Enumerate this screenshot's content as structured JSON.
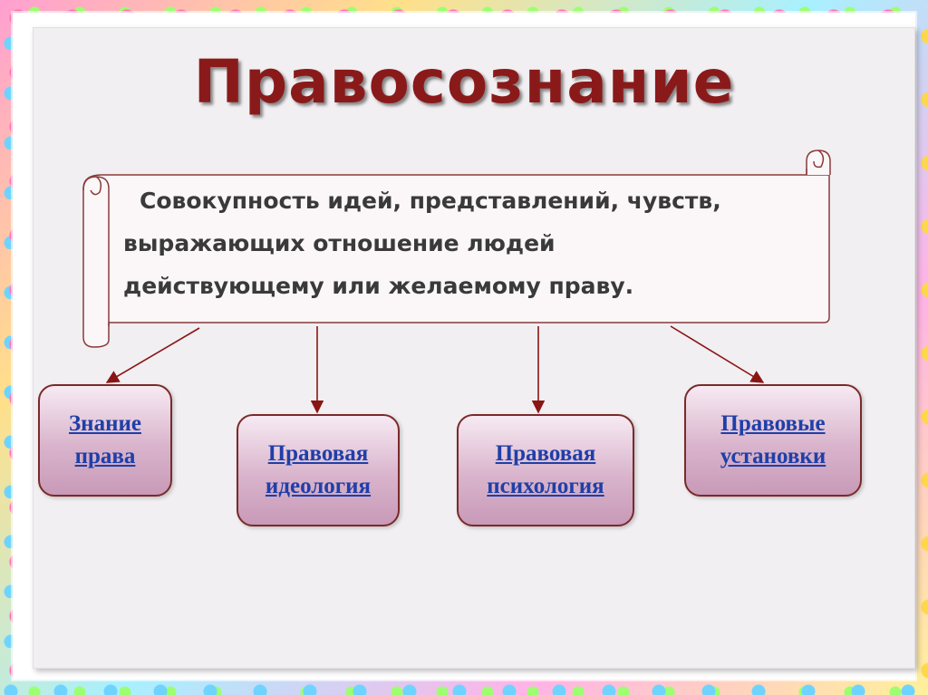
{
  "title": "Правосознание",
  "definition": {
    "line1": "Совокупность идей, представлений, чувств,",
    "line2": "выражающих отношение людей",
    "line3": "действующему или желаемому праву."
  },
  "nodes": [
    {
      "line1": "Знание",
      "line2": "права"
    },
    {
      "line1": "Правовая",
      "line2": "идеология"
    },
    {
      "line1": "Правовая",
      "line2": "психология"
    },
    {
      "line1": "Правовые",
      "line2": "установки"
    }
  ],
  "colors": {
    "title": "#8a1a1a",
    "arrow": "#8b1414",
    "link": "#1f3fa8",
    "box_border": "#7a2a2a"
  }
}
